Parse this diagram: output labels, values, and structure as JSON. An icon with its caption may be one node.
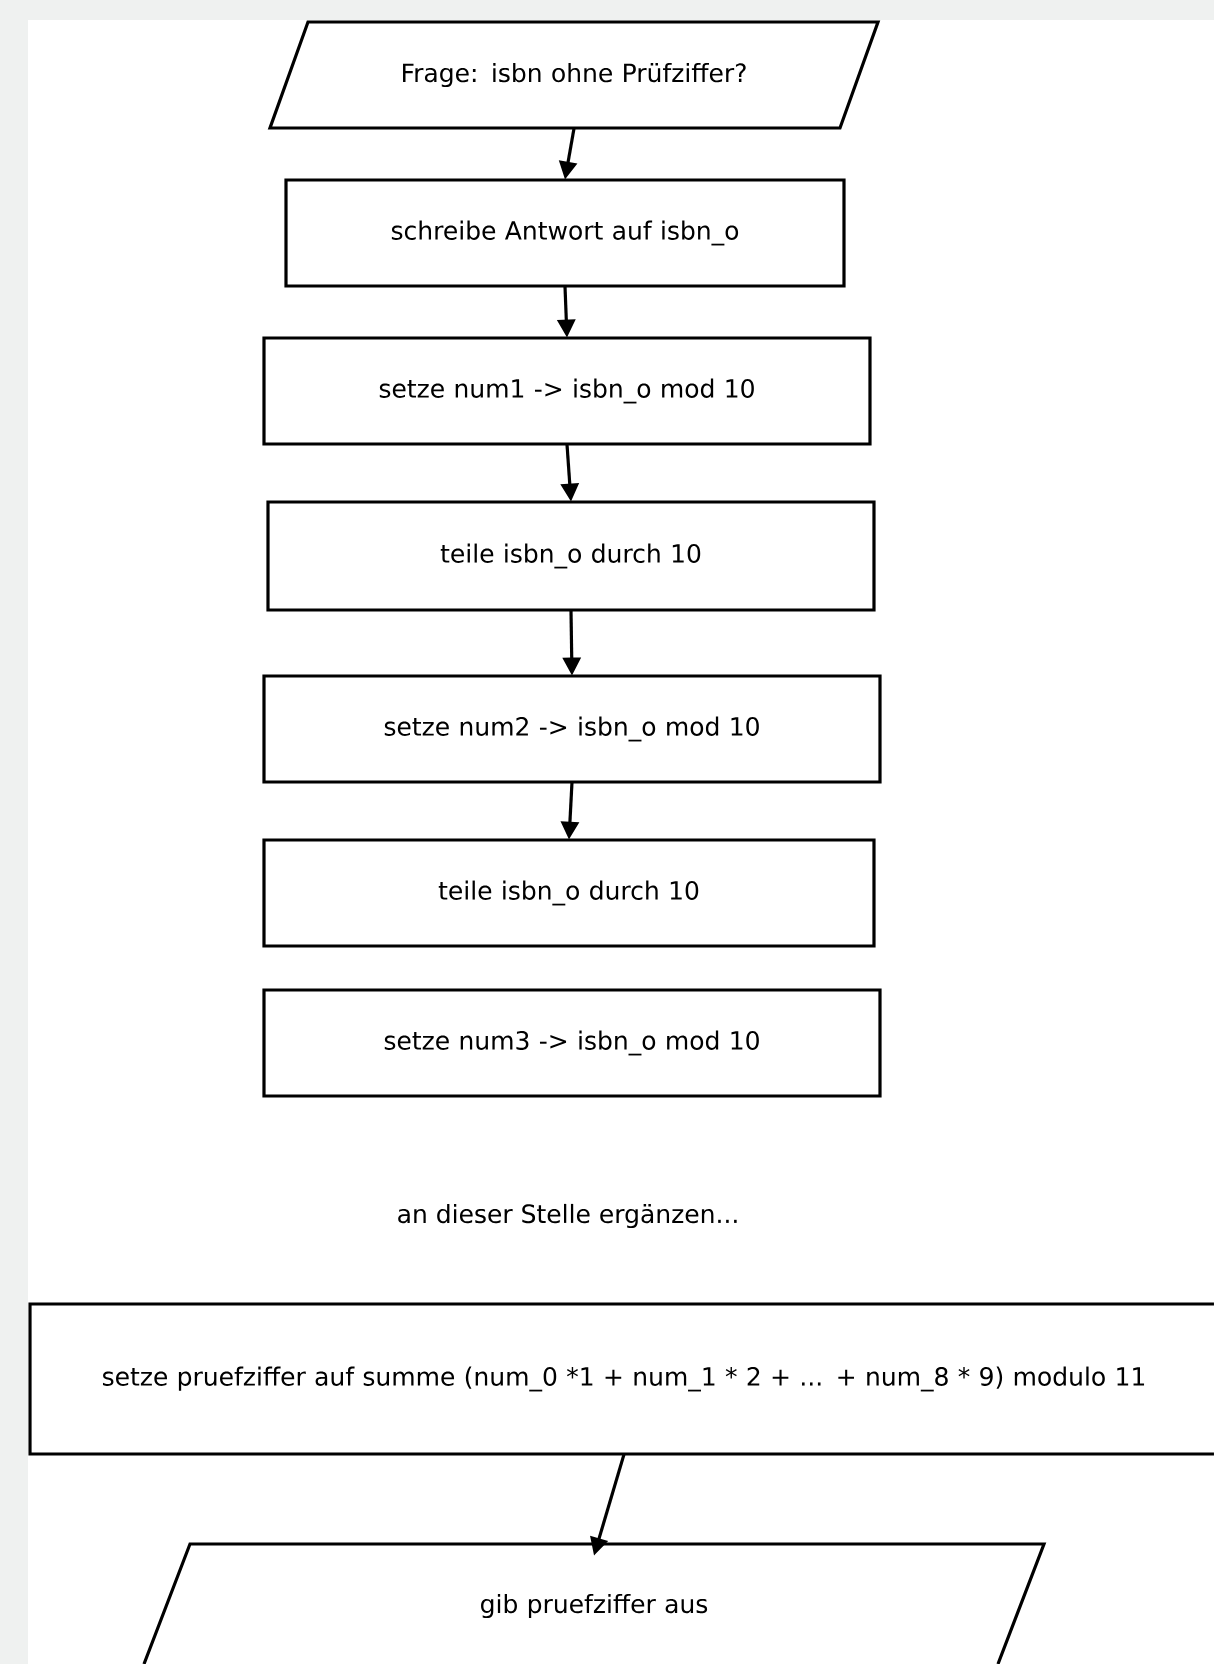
{
  "diagram": {
    "nodes": [
      {
        "text": [
          "Frage: isbn ohne Prüfziffer?"
        ]
      },
      {
        "text": [
          "schreibe Antwort auf isbn_o"
        ]
      },
      {
        "text": [
          "setze num1 -> isbn_o mod 10"
        ]
      },
      {
        "text": [
          "teile isbn_o durch 10"
        ]
      },
      {
        "text": [
          "setze num2 -> isbn_o mod 10"
        ]
      },
      {
        "text": [
          "teile isbn_o durch 10"
        ]
      },
      {
        "text": [
          "setze num3 -> isbn_o mod 10"
        ]
      },
      {
        "text": [
          "setze pruefziffer auf summe (num_0 *1 + num_1 * 2 + ... + num_8 * 9) modulo 11"
        ]
      },
      {
        "text": [
          "gib pruefziffer aus"
        ]
      }
    ],
    "edges": [
      {
        "from": 0,
        "to": 1,
        "arrow": "to"
      },
      {
        "from": 1,
        "to": 2,
        "arrow": "to"
      },
      {
        "from": 2,
        "to": 3,
        "arrow": "to"
      },
      {
        "from": 3,
        "to": 4,
        "arrow": "to"
      },
      {
        "from": 4,
        "to": 5,
        "arrow": "to"
      },
      {
        "from": 7,
        "to": 8,
        "arrow": "to"
      }
    ],
    "labels": [
      "an dieser Stelle ergänzen..."
    ]
  }
}
